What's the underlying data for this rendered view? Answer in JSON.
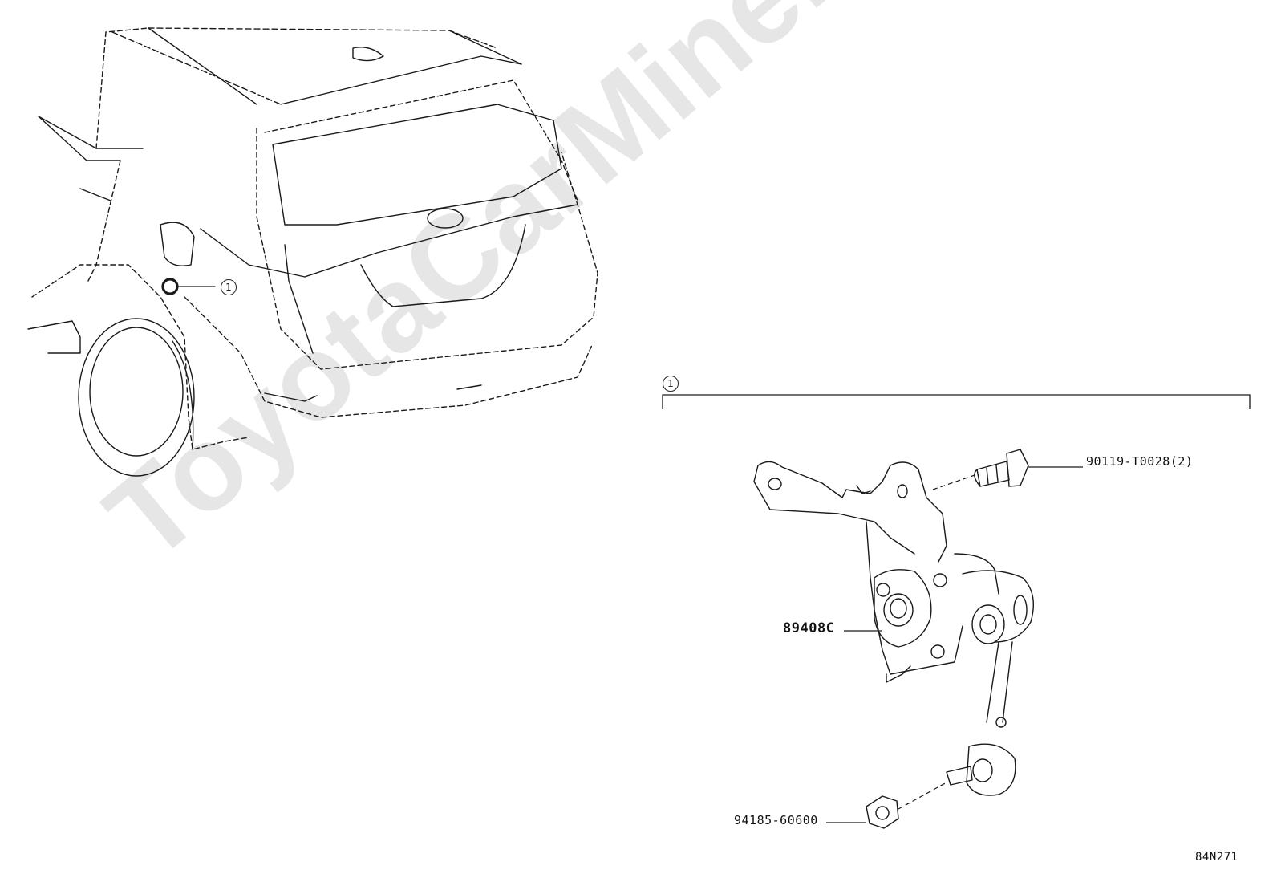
{
  "watermark": "ToyotaCarMine.ru",
  "callouts": {
    "vehicle_callout": "1",
    "assembly_callout": "1"
  },
  "parts": {
    "bolt": "90119-T0028(2)",
    "sensor": "89408C",
    "nut": "94185-60600"
  },
  "diagram_code": "84N271"
}
